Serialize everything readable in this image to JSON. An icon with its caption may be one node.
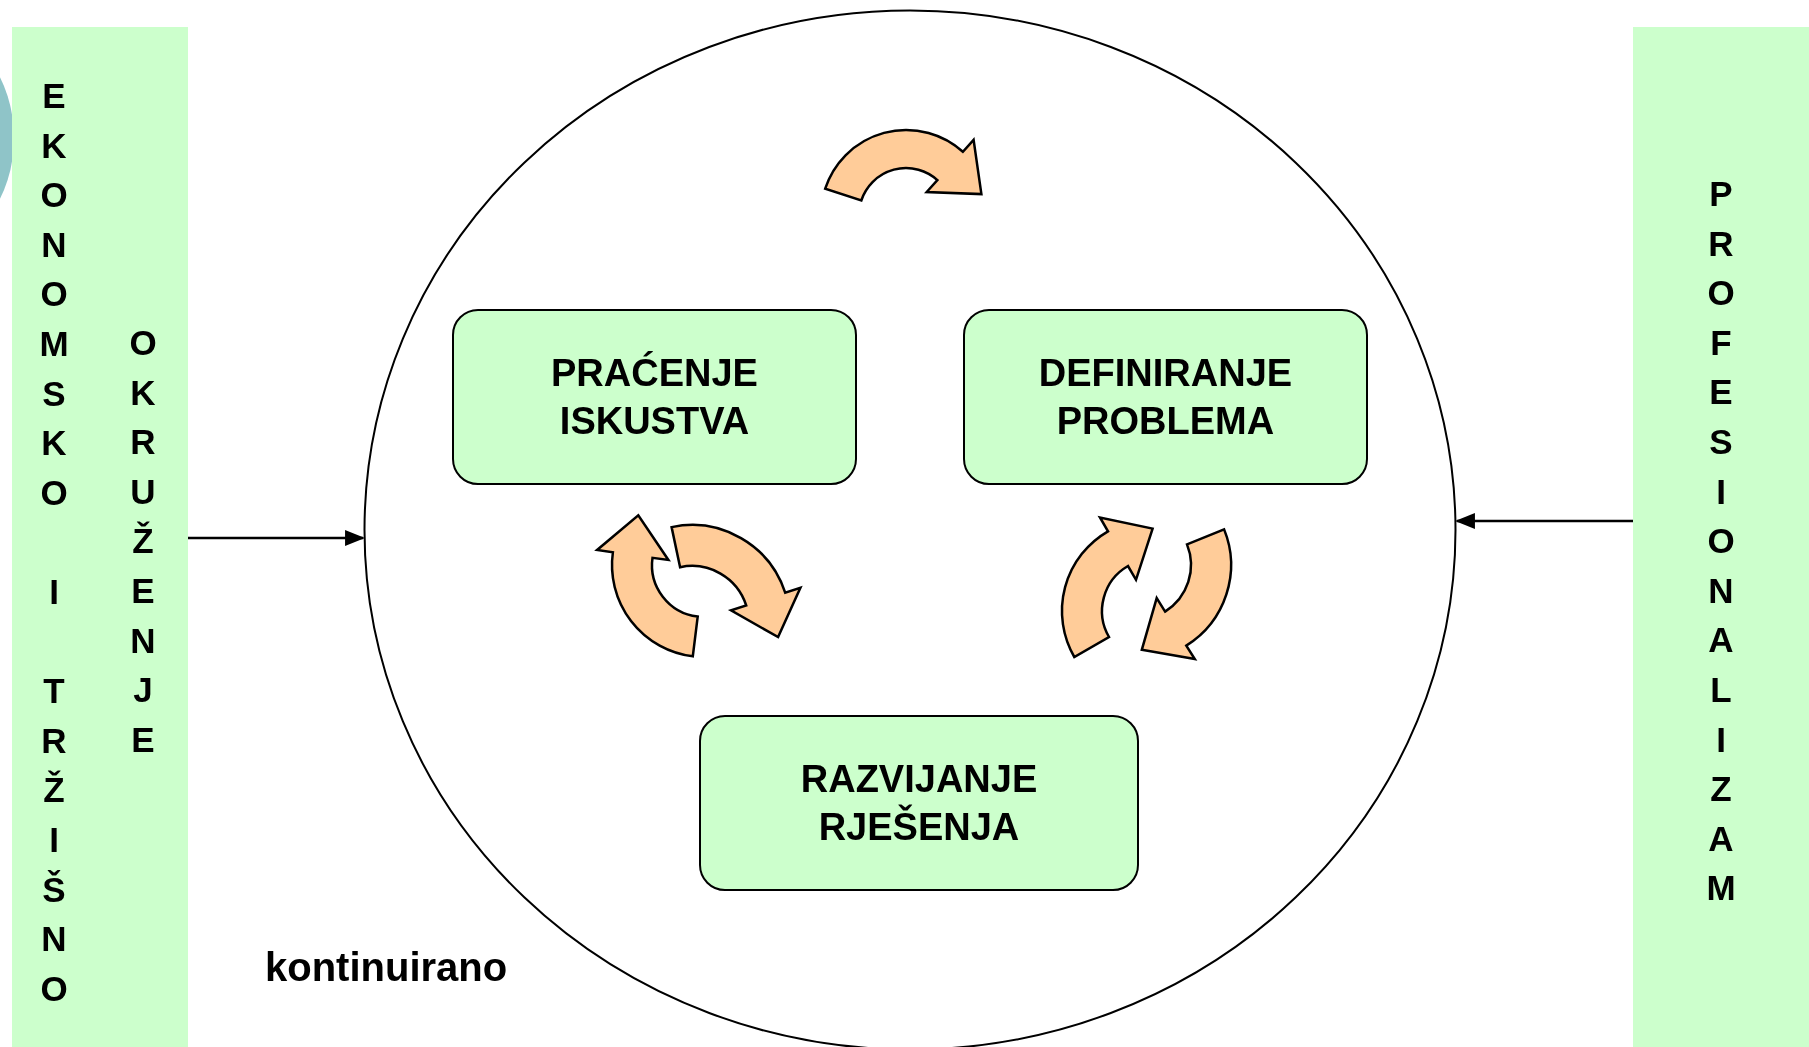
{
  "diagram": {
    "nodes": [
      {
        "text": [
          "EKONOMSKO I TRŽIŠNO",
          "OKRUŽENJE"
        ]
      },
      {
        "text": [
          "PROFESIONALIZAM"
        ]
      },
      {
        "text": [],
        "shape": "circle"
      },
      {
        "text": [
          "PRAĆENJE ISKUSTVA"
        ],
        "in": 2
      },
      {
        "text": [
          "DEFINIRANJE PROBLEMA"
        ],
        "in": 2
      },
      {
        "text": [
          "RAZVIJANJE RJEŠENJA"
        ],
        "in": 2
      }
    ],
    "edges": [
      {
        "from": 0,
        "to": 2,
        "arrow": "to",
        "color": "#000000"
      },
      {
        "from": 1,
        "to": 2,
        "arrow": "to",
        "color": "#000000"
      },
      {
        "from": 3,
        "to": 4,
        "arrow": "to",
        "style": "thick"
      },
      {
        "from": 5,
        "to": 3,
        "arrow": "to",
        "style": "thick"
      },
      {
        "from": 3,
        "to": 5,
        "arrow": "to",
        "style": "thick"
      },
      {
        "from": 5,
        "to": 4,
        "arrow": "to",
        "style": "thick"
      },
      {
        "from": 4,
        "to": 5,
        "arrow": "to",
        "style": "thick"
      }
    ],
    "labels": [
      "kontinuirano"
    ]
  }
}
